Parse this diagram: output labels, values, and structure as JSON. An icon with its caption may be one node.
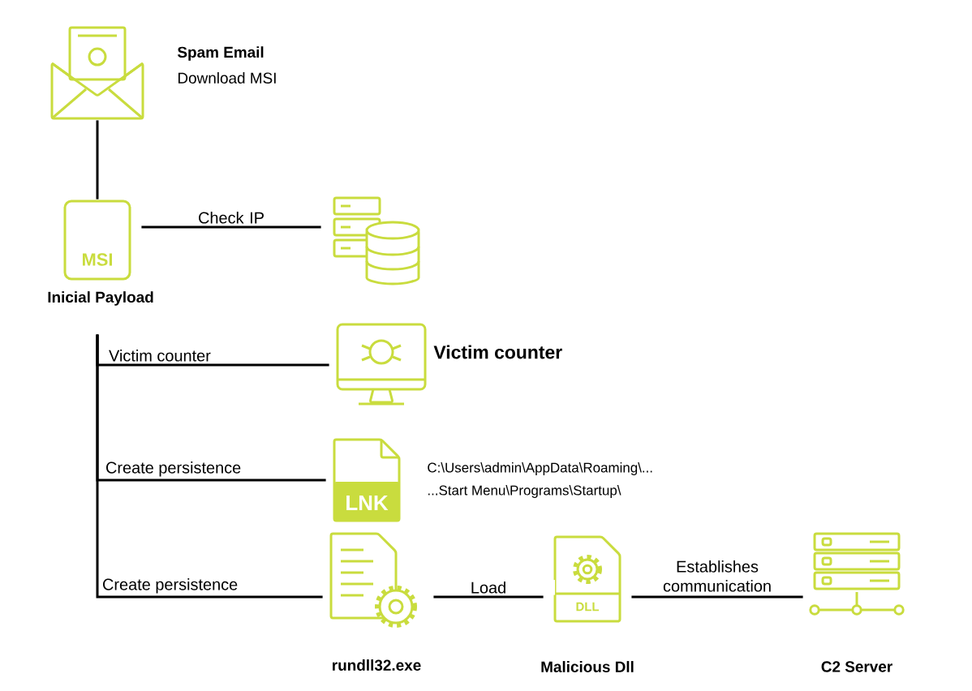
{
  "diagram": {
    "nodes": [
      {
        "text": [
          "Spam Email",
          "Download MSI"
        ]
      },
      {
        "text": [
          "MSI",
          "Inicial Payload"
        ]
      },
      {
        "text": [],
        "shape": "server"
      },
      {
        "text": [
          "Victim counter"
        ]
      },
      {
        "text": [
          "LNK",
          "C:\\Users\\admin\\AppData\\Roaming\\...",
          "...Start Menu\\Programs\\Startup\\"
        ]
      },
      {
        "text": [
          "rundll32.exe"
        ]
      },
      {
        "text": [
          "DLL",
          "Malicious Dll"
        ]
      },
      {
        "text": [
          "C2 Server"
        ]
      }
    ],
    "edges": [
      {
        "from": 0,
        "to": 1,
        "arrow": "none"
      },
      {
        "from": 1,
        "to": 2,
        "arrow": "none",
        "label": "Check IP"
      },
      {
        "from": 1,
        "to": 3,
        "arrow": "none",
        "label": "Victim counter"
      },
      {
        "from": 1,
        "to": 4,
        "arrow": "none",
        "label": "Create persistence"
      },
      {
        "from": 1,
        "to": 5,
        "arrow": "none",
        "label": "Create persistence"
      },
      {
        "from": 5,
        "to": 6,
        "arrow": "none",
        "label": "Load"
      },
      {
        "from": 6,
        "to": 7,
        "arrow": "none",
        "label": "Establishes communication"
      }
    ]
  }
}
